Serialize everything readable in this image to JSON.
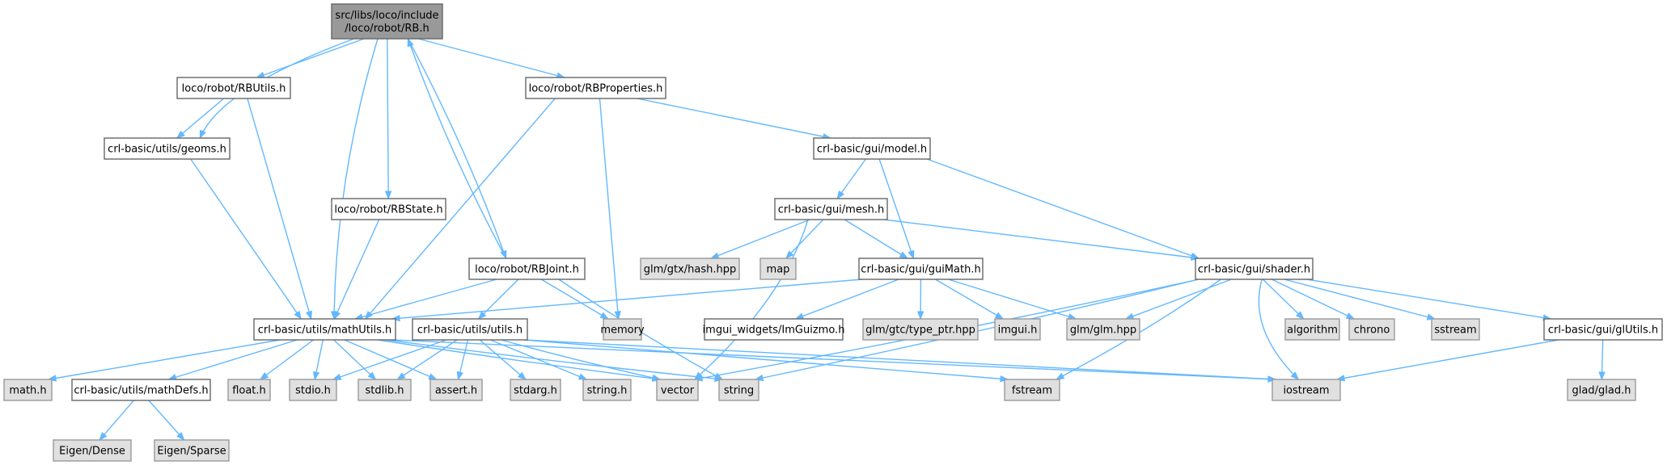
{
  "nodes": [
    {
      "id": "rb",
      "label": [
        "src/libs/loco/include",
        "/loco/robot/RB.h"
      ],
      "kind": "root"
    },
    {
      "id": "rbutils",
      "label": [
        "loco/robot/RBUtils.h"
      ],
      "kind": "file"
    },
    {
      "id": "rbprop",
      "label": [
        "loco/robot/RBProperties.h"
      ],
      "kind": "file"
    },
    {
      "id": "geoms",
      "label": [
        "crl-basic/utils/geoms.h"
      ],
      "kind": "file"
    },
    {
      "id": "rbstate",
      "label": [
        "loco/robot/RBState.h"
      ],
      "kind": "file"
    },
    {
      "id": "rbjoint",
      "label": [
        "loco/robot/RBJoint.h"
      ],
      "kind": "file"
    },
    {
      "id": "model",
      "label": [
        "crl-basic/gui/model.h"
      ],
      "kind": "file"
    },
    {
      "id": "mesh",
      "label": [
        "crl-basic/gui/mesh.h"
      ],
      "kind": "file"
    },
    {
      "id": "guimath",
      "label": [
        "crl-basic/gui/guiMath.h"
      ],
      "kind": "file"
    },
    {
      "id": "shader",
      "label": [
        "crl-basic/gui/shader.h"
      ],
      "kind": "file"
    },
    {
      "id": "mathutils",
      "label": [
        "crl-basic/utils/mathUtils.h"
      ],
      "kind": "file"
    },
    {
      "id": "utils",
      "label": [
        "crl-basic/utils/utils.h"
      ],
      "kind": "file"
    },
    {
      "id": "glutils",
      "label": [
        "crl-basic/gui/glUtils.h"
      ],
      "kind": "file"
    },
    {
      "id": "mathdefs",
      "label": [
        "crl-basic/utils/mathDefs.h"
      ],
      "kind": "file"
    },
    {
      "id": "imguizmo",
      "label": [
        "imgui_widgets/ImGuizmo.h"
      ],
      "kind": "file"
    },
    {
      "id": "hash",
      "label": [
        "glm/gtx/hash.hpp"
      ],
      "kind": "ext"
    },
    {
      "id": "map",
      "label": [
        "map"
      ],
      "kind": "ext"
    },
    {
      "id": "memory",
      "label": [
        "memory"
      ],
      "kind": "ext"
    },
    {
      "id": "typeptr",
      "label": [
        "glm/gtc/type_ptr.hpp"
      ],
      "kind": "ext"
    },
    {
      "id": "imgui",
      "label": [
        "imgui.h"
      ],
      "kind": "ext"
    },
    {
      "id": "glm",
      "label": [
        "glm/glm.hpp"
      ],
      "kind": "ext"
    },
    {
      "id": "algorithm",
      "label": [
        "algorithm"
      ],
      "kind": "ext"
    },
    {
      "id": "chrono",
      "label": [
        "chrono"
      ],
      "kind": "ext"
    },
    {
      "id": "sstream",
      "label": [
        "sstream"
      ],
      "kind": "ext"
    },
    {
      "id": "mathh",
      "label": [
        "math.h"
      ],
      "kind": "ext"
    },
    {
      "id": "floath",
      "label": [
        "float.h"
      ],
      "kind": "ext"
    },
    {
      "id": "stdio",
      "label": [
        "stdio.h"
      ],
      "kind": "ext"
    },
    {
      "id": "stdlib",
      "label": [
        "stdlib.h"
      ],
      "kind": "ext"
    },
    {
      "id": "assert",
      "label": [
        "assert.h"
      ],
      "kind": "ext"
    },
    {
      "id": "stdarg",
      "label": [
        "stdarg.h"
      ],
      "kind": "ext"
    },
    {
      "id": "stringh",
      "label": [
        "string.h"
      ],
      "kind": "ext"
    },
    {
      "id": "vector",
      "label": [
        "vector"
      ],
      "kind": "ext"
    },
    {
      "id": "string",
      "label": [
        "string"
      ],
      "kind": "ext"
    },
    {
      "id": "fstream",
      "label": [
        "fstream"
      ],
      "kind": "ext"
    },
    {
      "id": "iostream",
      "label": [
        "iostream"
      ],
      "kind": "ext"
    },
    {
      "id": "glad",
      "label": [
        "glad/glad.h"
      ],
      "kind": "ext"
    },
    {
      "id": "dense",
      "label": [
        "Eigen/Dense"
      ],
      "kind": "ext"
    },
    {
      "id": "sparse",
      "label": [
        "Eigen/Sparse"
      ],
      "kind": "ext"
    }
  ],
  "edges": [
    [
      "rb",
      "geoms"
    ],
    [
      "rb",
      "rbutils"
    ],
    [
      "rb",
      "mathutils"
    ],
    [
      "rb",
      "rbstate"
    ],
    [
      "rb",
      "rbjoint"
    ],
    [
      "rb",
      "rbprop"
    ],
    [
      "rbutils",
      "geoms"
    ],
    [
      "rbutils",
      "mathutils"
    ],
    [
      "geoms",
      "mathutils"
    ],
    [
      "rbstate",
      "mathutils"
    ],
    [
      "rbjoint",
      "rb"
    ],
    [
      "rbjoint",
      "mathutils"
    ],
    [
      "rbjoint",
      "utils"
    ],
    [
      "rbjoint",
      "memory"
    ],
    [
      "rbjoint",
      "string"
    ],
    [
      "rbprop",
      "mathutils"
    ],
    [
      "rbprop",
      "memory"
    ],
    [
      "rbprop",
      "model"
    ],
    [
      "model",
      "mesh"
    ],
    [
      "model",
      "guimath"
    ],
    [
      "model",
      "shader"
    ],
    [
      "mesh",
      "hash"
    ],
    [
      "mesh",
      "map"
    ],
    [
      "mesh",
      "vector"
    ],
    [
      "mesh",
      "guimath"
    ],
    [
      "mesh",
      "shader"
    ],
    [
      "guimath",
      "mathutils"
    ],
    [
      "guimath",
      "imguizmo"
    ],
    [
      "guimath",
      "typeptr"
    ],
    [
      "guimath",
      "imgui"
    ],
    [
      "guimath",
      "glm"
    ],
    [
      "shader",
      "glm"
    ],
    [
      "shader",
      "algorithm"
    ],
    [
      "shader",
      "chrono"
    ],
    [
      "shader",
      "sstream"
    ],
    [
      "shader",
      "glutils"
    ],
    [
      "shader",
      "vector"
    ],
    [
      "shader",
      "string"
    ],
    [
      "shader",
      "fstream"
    ],
    [
      "shader",
      "iostream"
    ],
    [
      "glutils",
      "iostream"
    ],
    [
      "glutils",
      "glad"
    ],
    [
      "mathutils",
      "mathh"
    ],
    [
      "mathutils",
      "mathdefs"
    ],
    [
      "mathutils",
      "floath"
    ],
    [
      "mathutils",
      "stdio"
    ],
    [
      "mathutils",
      "stdlib"
    ],
    [
      "mathutils",
      "assert"
    ],
    [
      "mathutils",
      "vector"
    ],
    [
      "mathutils",
      "string"
    ],
    [
      "mathutils",
      "iostream"
    ],
    [
      "utils",
      "stdio"
    ],
    [
      "utils",
      "stdlib"
    ],
    [
      "utils",
      "assert"
    ],
    [
      "utils",
      "stdarg"
    ],
    [
      "utils",
      "stringh"
    ],
    [
      "utils",
      "vector"
    ],
    [
      "utils",
      "fstream"
    ],
    [
      "utils",
      "iostream"
    ],
    [
      "mathdefs",
      "dense"
    ],
    [
      "mathdefs",
      "sparse"
    ]
  ],
  "colors": {
    "edge": "#63b8ff",
    "root_fill": "#999999",
    "root_stroke": "#666666",
    "file_fill": "#ffffff",
    "file_stroke": "#666666",
    "ext_fill": "#e0e0e0",
    "ext_stroke": "#999999"
  }
}
